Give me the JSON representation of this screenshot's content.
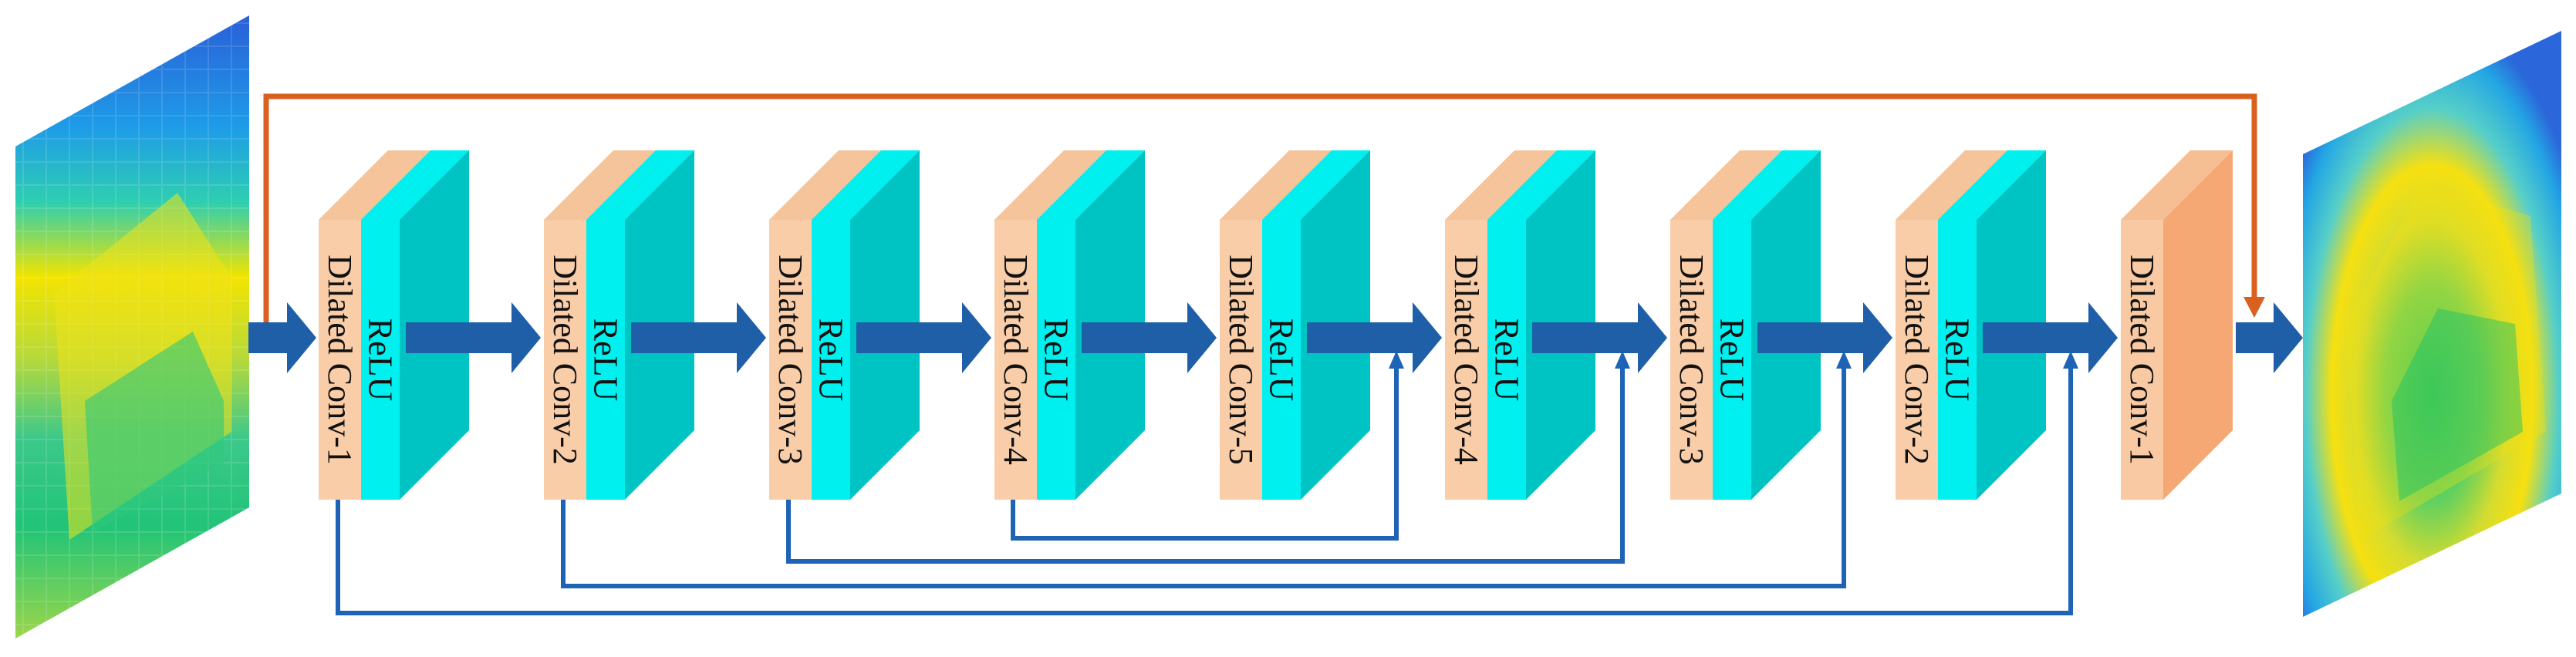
{
  "blocks": [
    {
      "conv": "Dilated Conv-1",
      "act": "ReLU"
    },
    {
      "conv": "Dilated Conv-2",
      "act": "ReLU"
    },
    {
      "conv": "Dilated Conv-3",
      "act": "ReLU"
    },
    {
      "conv": "Dilated Conv-4",
      "act": "ReLU"
    },
    {
      "conv": "Dilated Conv-5",
      "act": "ReLU"
    },
    {
      "conv": "Dilated Conv-4",
      "act": "ReLU"
    },
    {
      "conv": "Dilated Conv-3",
      "act": "ReLU"
    },
    {
      "conv": "Dilated Conv-2",
      "act": "ReLU"
    },
    {
      "conv": "Dilated Conv-1"
    }
  ],
  "colors": {
    "conv_face": "#F9CDA8",
    "relu_face": "#00F0F0",
    "relu_side": "#00C4C4",
    "final_face": "#F8C9A2",
    "final_side": "#F5A774",
    "arrow": "#1E5FA8",
    "skip_line": "#1E63B5",
    "top_line": "#D9601E"
  }
}
